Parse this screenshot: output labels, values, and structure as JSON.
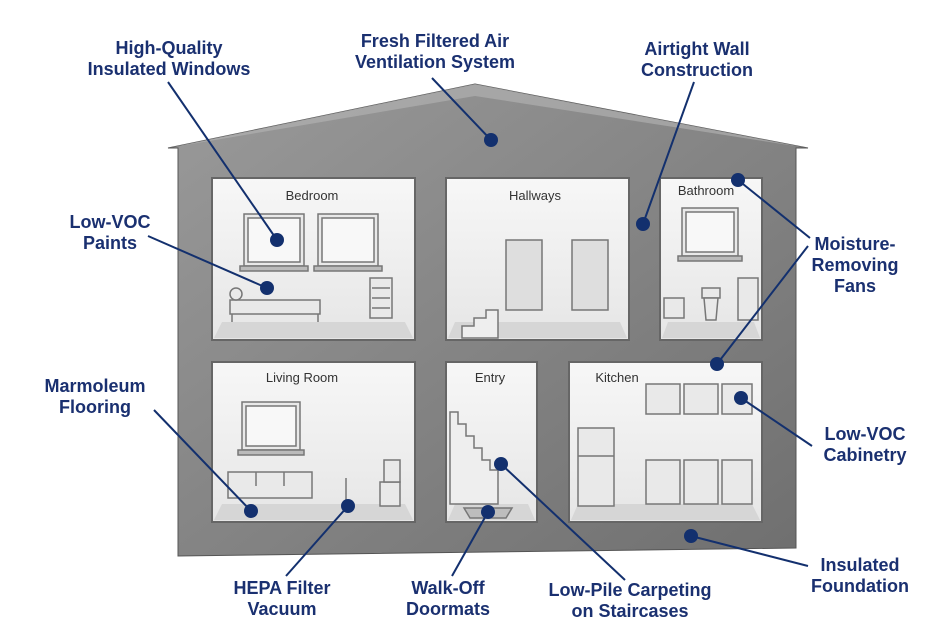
{
  "callouts": {
    "windows": "High-Quality\nInsulated Windows",
    "ventilation": "Fresh Filtered Air\nVentilation System",
    "airtight": "Airtight Wall\nConstruction",
    "paints": "Low-VOC\nPaints",
    "fans": "Moisture-\nRemoving\nFans",
    "flooring": "Marmoleum\nFlooring",
    "cabinetry": "Low-VOC\nCabinetry",
    "vacuum": "HEPA Filter\nVacuum",
    "doormats": "Walk-Off\nDoormats",
    "carpeting": "Low-Pile Carpeting\non Staircases",
    "foundation": "Insulated\nFoundation"
  },
  "rooms": {
    "bedroom": "Bedroom",
    "hallways": "Hallways",
    "bathroom": "Bathroom",
    "living_room": "Living Room",
    "entry": "Entry",
    "kitchen": "Kitchen"
  },
  "colors": {
    "label": "#1a3070",
    "marker": "#13306e",
    "wall": "#8e8e8e",
    "room": "#f3f3f3"
  }
}
